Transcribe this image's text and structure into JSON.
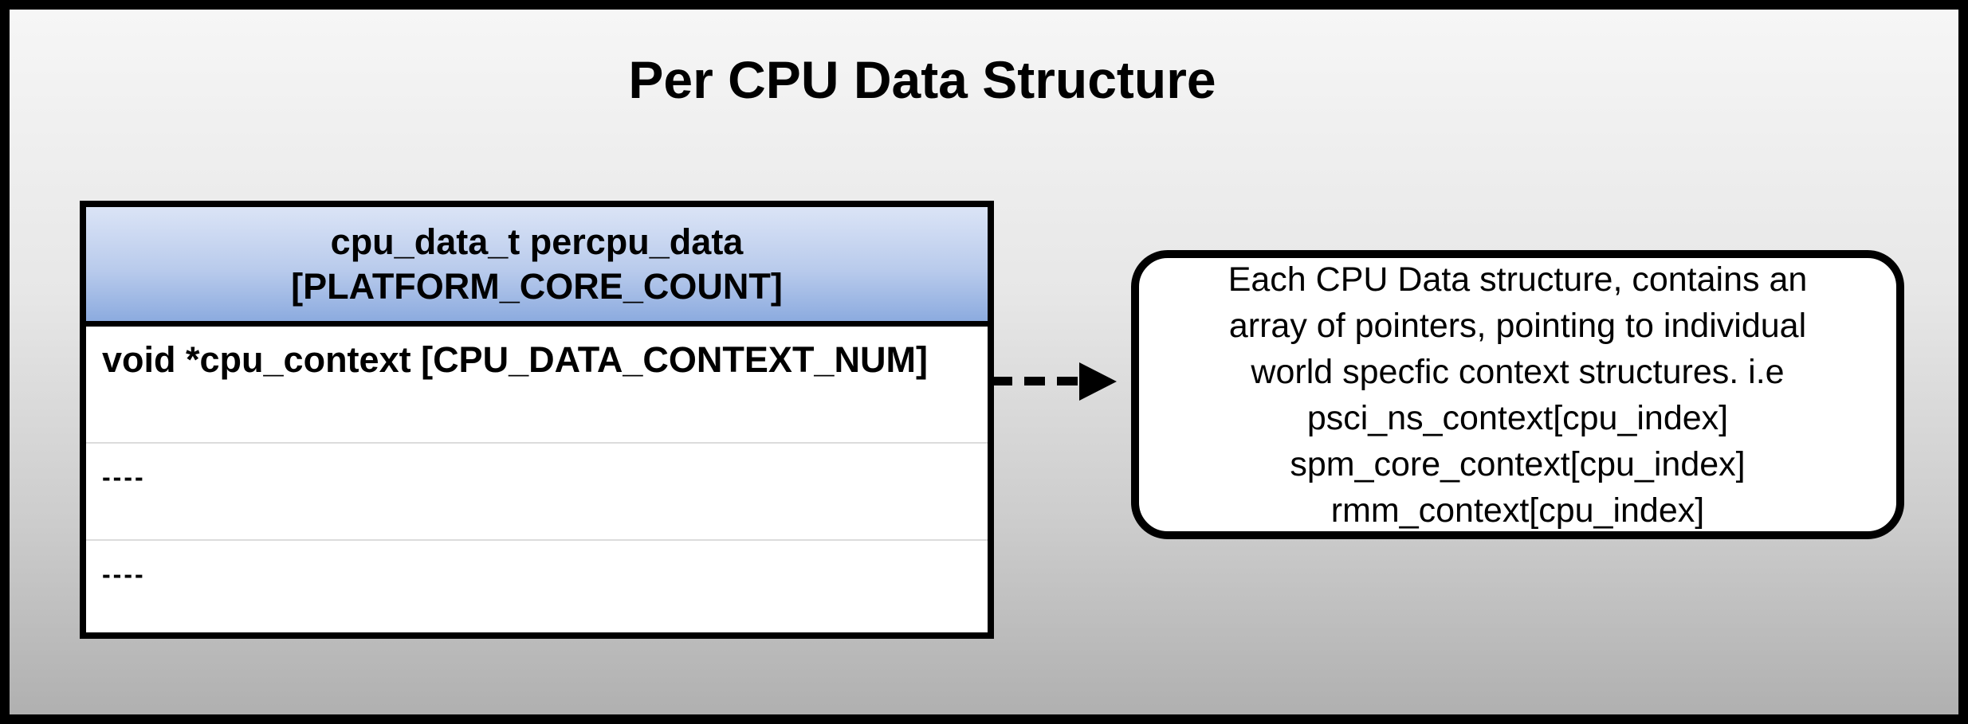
{
  "page": {
    "title": "Per CPU Data Structure"
  },
  "colors": {
    "frame_border": "#000000",
    "background_top": "#f6f6f6",
    "background_bottom": "#b0b0b0",
    "header_blue_top": "#dbe4f6",
    "header_blue_bottom": "#8cabdf",
    "row_divider": "#dcdcdc",
    "box_fill": "#ffffff",
    "text": "#000000"
  },
  "table": {
    "header": {
      "line1": "cpu_data_t percpu_data",
      "line2": "[PLATFORM_CORE_COUNT]"
    },
    "rows": [
      {
        "text": "void *cpu_context [CPU_DATA_CONTEXT_NUM]"
      },
      {
        "text": "----"
      },
      {
        "text": "----"
      }
    ]
  },
  "arrow": {
    "style": "dashed",
    "direction": "right"
  },
  "callout": {
    "lines": [
      "Each CPU Data structure, contains an",
      "array of pointers, pointing to individual",
      "world specfic context structures. i.e",
      "psci_ns_context[cpu_index]",
      "spm_core_context[cpu_index]",
      "rmm_context[cpu_index]"
    ]
  }
}
